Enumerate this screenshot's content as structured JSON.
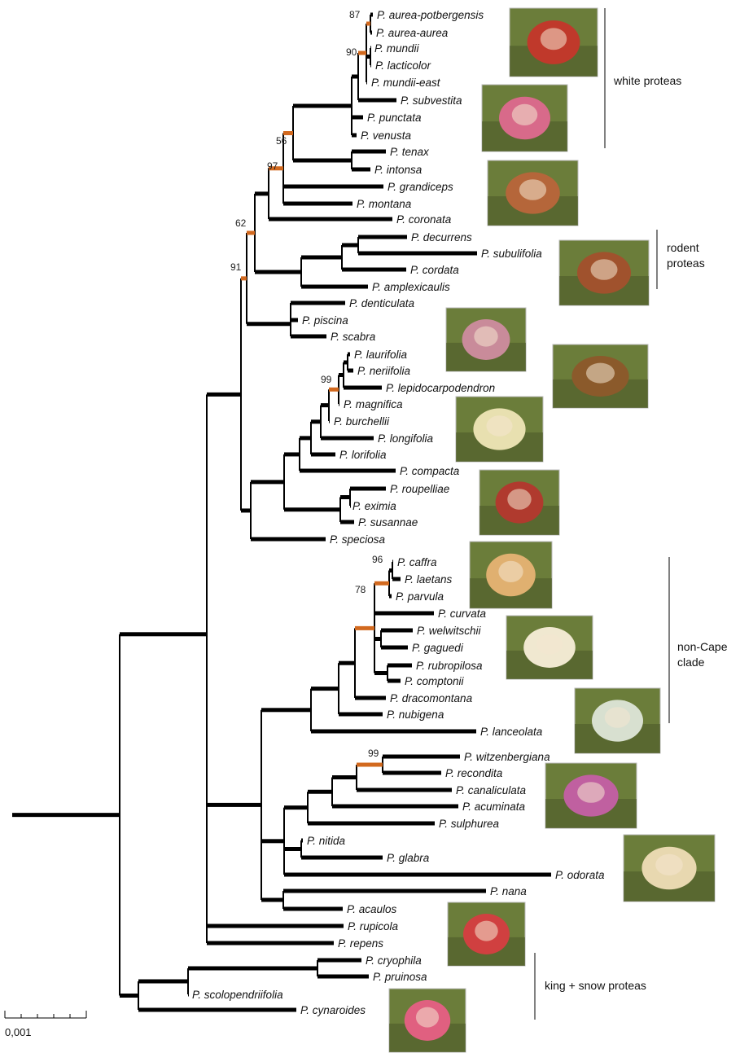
{
  "taxa": [
    {
      "name": "P. aurea-potbergensis"
    },
    {
      "name": "P. aurea-aurea"
    },
    {
      "name": "P. mundii"
    },
    {
      "name": "P. lacticolor"
    },
    {
      "name": "P. mundii-east"
    },
    {
      "name": "P. subvestita"
    },
    {
      "name": "P. punctata"
    },
    {
      "name": "P. venusta"
    },
    {
      "name": "P. tenax"
    },
    {
      "name": "P. intonsa"
    },
    {
      "name": "P. grandiceps"
    },
    {
      "name": "P. montana"
    },
    {
      "name": "P. coronata"
    },
    {
      "name": "P. decurrens"
    },
    {
      "name": "P. subulifolia"
    },
    {
      "name": "P. cordata"
    },
    {
      "name": "P. amplexicaulis"
    },
    {
      "name": "P. denticulata"
    },
    {
      "name": "P. piscina"
    },
    {
      "name": "P. scabra"
    },
    {
      "name": "P. laurifolia"
    },
    {
      "name": "P. neriifolia"
    },
    {
      "name": "P. lepidocarpodendron"
    },
    {
      "name": "P. magnifica"
    },
    {
      "name": "P. burchellii"
    },
    {
      "name": "P. longifolia"
    },
    {
      "name": "P. lorifolia"
    },
    {
      "name": "P. compacta"
    },
    {
      "name": "P. roupelliae"
    },
    {
      "name": "P. eximia"
    },
    {
      "name": "P. susannae"
    },
    {
      "name": "P. speciosa"
    },
    {
      "name": "P. caffra"
    },
    {
      "name": "P. laetans"
    },
    {
      "name": "P. parvula"
    },
    {
      "name": "P. curvata"
    },
    {
      "name": "P. welwitschii"
    },
    {
      "name": "P. gaguedi"
    },
    {
      "name": "P. rubropilosa"
    },
    {
      "name": "P. comptonii"
    },
    {
      "name": "P. dracomontana"
    },
    {
      "name": "P. nubigena"
    },
    {
      "name": "P. lanceolata"
    },
    {
      "name": "P. witzenbergiana"
    },
    {
      "name": "P. recondita"
    },
    {
      "name": "P. canaliculata"
    },
    {
      "name": "P. acuminata"
    },
    {
      "name": "P. sulphurea"
    },
    {
      "name": "P. nitida"
    },
    {
      "name": "P. glabra"
    },
    {
      "name": "P. odorata"
    },
    {
      "name": "P. nana"
    },
    {
      "name": "P. acaulos"
    },
    {
      "name": "P. rupicola"
    },
    {
      "name": "P. repens"
    },
    {
      "name": "P. cryophila"
    },
    {
      "name": "P. pruinosa"
    },
    {
      "name": "P. scolopendriifolia"
    },
    {
      "name": "P. cynaroides"
    }
  ],
  "support_values": [
    "87",
    "90",
    "56",
    "97",
    "62",
    "91",
    "99",
    "96",
    "78",
    "99"
  ],
  "clades": [
    {
      "lines": [
        "white proteas"
      ]
    },
    {
      "lines": [
        "rodent",
        "proteas"
      ]
    },
    {
      "lines": [
        "non-Cape",
        "clade"
      ]
    },
    {
      "lines": [
        "king + snow proteas"
      ]
    }
  ],
  "scale_label": "0,001",
  "colors": {
    "branch": "#000000",
    "supported_branch": "#d2691e"
  },
  "photos": [
    {
      "icon": "red-protea-photo-icon",
      "color": "#c0392b"
    },
    {
      "icon": "pink-protea-photo-icon",
      "color": "#d86a8a"
    },
    {
      "icon": "open-protea-photo-icon",
      "color": "#b5663a"
    },
    {
      "icon": "rodent-protea-photo-icon",
      "color": "#a0522d"
    },
    {
      "icon": "pink-protea-photo-icon",
      "color": "#c98b9a"
    },
    {
      "icon": "dark-protea-photo-icon",
      "color": "#8b5a2b"
    },
    {
      "icon": "white-protea-photo-icon",
      "color": "#e8e0b0"
    },
    {
      "icon": "red-protea-photo-icon",
      "color": "#b03a2e"
    },
    {
      "icon": "cream-protea-photo-icon",
      "color": "#e0b070"
    },
    {
      "icon": "white-protea-photo-icon",
      "color": "#f0e8d0"
    },
    {
      "icon": "white-protea-photo-icon",
      "color": "#d8e0d0"
    },
    {
      "icon": "purple-protea-photo-icon",
      "color": "#c060a0"
    },
    {
      "icon": "cream-protea-photo-icon",
      "color": "#e8d8b0"
    },
    {
      "icon": "red-protea-photo-icon",
      "color": "#d04040"
    },
    {
      "icon": "king-protea-photo-icon",
      "color": "#e06080"
    }
  ]
}
